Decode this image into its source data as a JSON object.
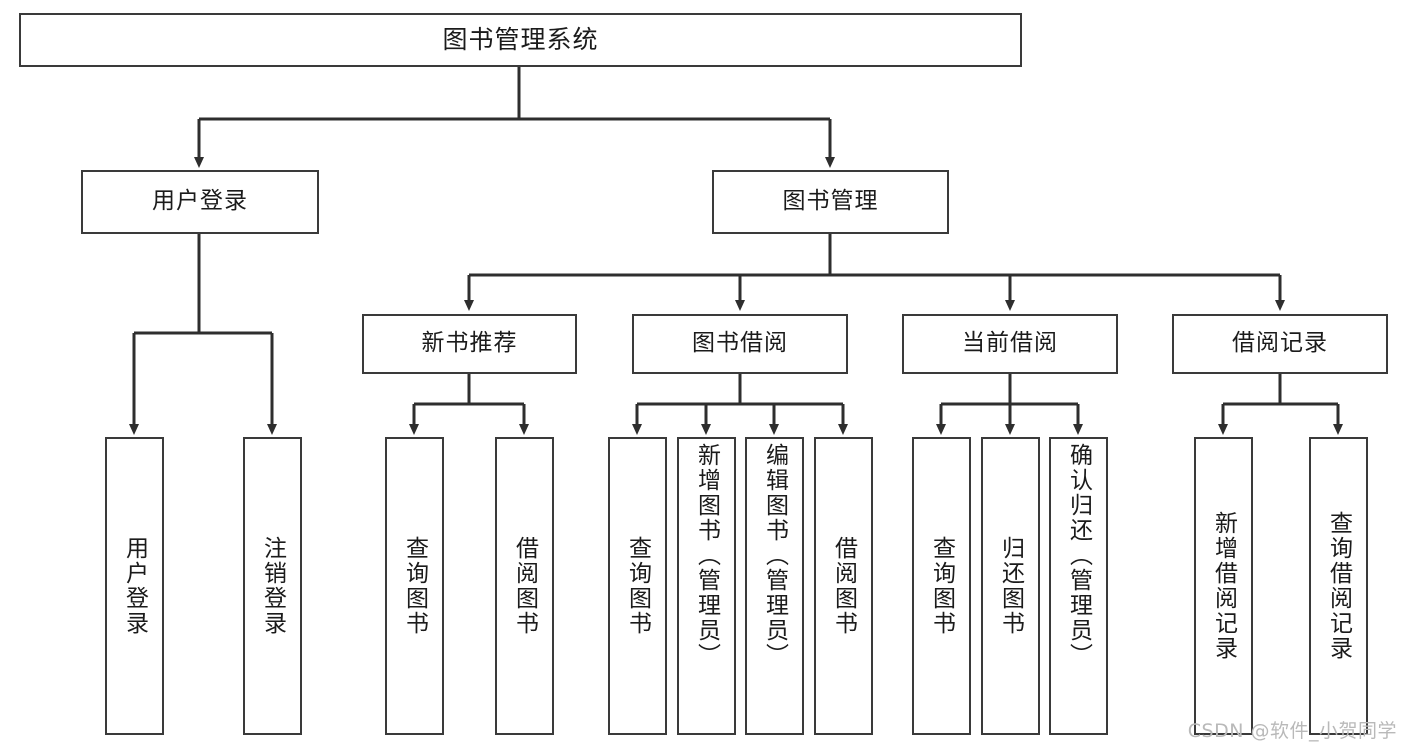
{
  "diagram": {
    "type": "tree-hierarchy-flowchart",
    "title": "图书管理系统",
    "watermark": "CSDN @软件_小贺同学",
    "colors": {
      "box_border": "#3a3a3a",
      "box_fill": "#ffffff",
      "text": "#1b1b1b",
      "edge": "#2e2e2e",
      "watermark": "#b9b9b9",
      "background": "#ffffff"
    },
    "levels": {
      "level1": [
        "图书管理系统"
      ],
      "level2": [
        "用户登录",
        "图书管理"
      ],
      "level3": [
        "新书推荐",
        "图书借阅",
        "当前借阅",
        "借阅记录"
      ],
      "level4": [
        "用户登录",
        "注销登录",
        "查询图书",
        "借阅图书",
        "查询图书",
        "新增图书（管理员）",
        "编辑图书（管理员）",
        "借阅图书",
        "查询图书",
        "归还图书",
        "确认归还（管理员）",
        "新增借阅记录",
        "查询借阅记录"
      ]
    },
    "nodes": {
      "root": {
        "label": "图书管理系统"
      },
      "user_login": {
        "label": "用户登录"
      },
      "book_manage": {
        "label": "图书管理"
      },
      "new_book_rec": {
        "label": "新书推荐"
      },
      "book_borrow": {
        "label": "图书借阅"
      },
      "current_borrow": {
        "label": "当前借阅"
      },
      "borrow_record": {
        "label": "借阅记录"
      },
      "leaf_user_login": {
        "label": "用户登录"
      },
      "leaf_user_logout": {
        "label": "注销登录"
      },
      "leaf_query_book_1": {
        "label": "查询图书"
      },
      "leaf_borrow_book_1": {
        "label": "借阅图书"
      },
      "leaf_query_book_2": {
        "label": "查询图书"
      },
      "leaf_add_book": {
        "label": "新增图书（管理员）"
      },
      "leaf_edit_book": {
        "label": "编辑图书（管理员）"
      },
      "leaf_borrow_book_2": {
        "label": "借阅图书"
      },
      "leaf_query_book_3": {
        "label": "查询图书"
      },
      "leaf_return_book": {
        "label": "归还图书"
      },
      "leaf_confirm_return": {
        "label": "确认归还（管理员）"
      },
      "leaf_add_record": {
        "label": "新增借阅记录"
      },
      "leaf_query_record": {
        "label": "查询借阅记录"
      }
    },
    "edges": [
      {
        "from": "root",
        "to": "user_login"
      },
      {
        "from": "root",
        "to": "book_manage"
      },
      {
        "from": "user_login",
        "to": "leaf_user_login"
      },
      {
        "from": "user_login",
        "to": "leaf_user_logout"
      },
      {
        "from": "book_manage",
        "to": "new_book_rec"
      },
      {
        "from": "book_manage",
        "to": "book_borrow"
      },
      {
        "from": "book_manage",
        "to": "current_borrow"
      },
      {
        "from": "book_manage",
        "to": "borrow_record"
      },
      {
        "from": "new_book_rec",
        "to": "leaf_query_book_1"
      },
      {
        "from": "new_book_rec",
        "to": "leaf_borrow_book_1"
      },
      {
        "from": "book_borrow",
        "to": "leaf_query_book_2"
      },
      {
        "from": "book_borrow",
        "to": "leaf_add_book"
      },
      {
        "from": "book_borrow",
        "to": "leaf_edit_book"
      },
      {
        "from": "book_borrow",
        "to": "leaf_borrow_book_2"
      },
      {
        "from": "current_borrow",
        "to": "leaf_query_book_3"
      },
      {
        "from": "current_borrow",
        "to": "leaf_return_book"
      },
      {
        "from": "current_borrow",
        "to": "leaf_confirm_return"
      },
      {
        "from": "borrow_record",
        "to": "leaf_add_record"
      },
      {
        "from": "borrow_record",
        "to": "leaf_query_record"
      }
    ]
  }
}
